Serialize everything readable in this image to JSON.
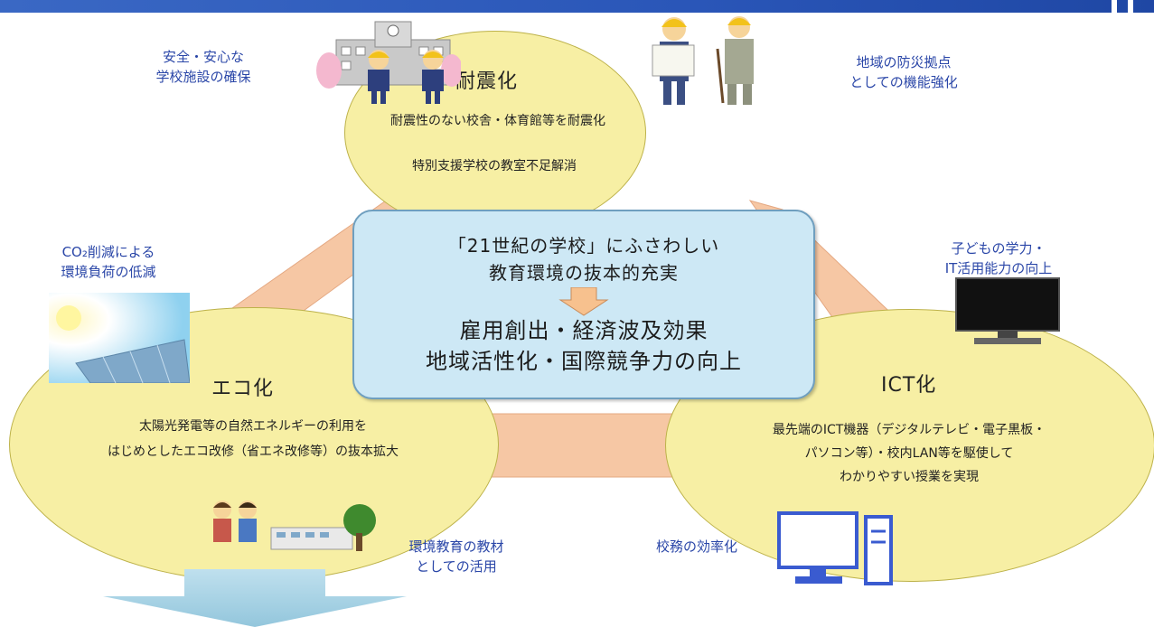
{
  "header": {
    "bar_color": "#2a56b8"
  },
  "center": {
    "line1": "「21世紀の学校」にふさわしい",
    "line2": "教育環境の抜本的充実",
    "line3": "雇用創出・経済波及効果",
    "line4": "地域活性化・国際競争力の向上"
  },
  "top": {
    "title": "耐震化",
    "text1": "耐震性のない校舎・体育館等を耐震化",
    "text2": "特別支援学校の教室不足解消",
    "note_left": [
      "安全・安心な",
      "学校施設の確保"
    ],
    "note_right": [
      "地域の防災拠点",
      "としての機能強化"
    ]
  },
  "left": {
    "title": "エコ化",
    "text1": "太陽光発電等の自然エネルギーの利用を",
    "text2": "はじめとしたエコ改修（省エネ改修等）の抜本拡大",
    "note_top": [
      "CO₂削減による",
      "環境負荷の低減"
    ],
    "note_bottom": [
      "環境教育の教材",
      "としての活用"
    ]
  },
  "right": {
    "title": "ICT化",
    "text1": "最先端のICT機器（デジタルテレビ・電子黒板・",
    "text2": "パソコン等）・校内LAN等を駆使して",
    "text3": "わかりやすい授業を実現",
    "note_top": [
      "子どもの学力・",
      "IT活用能力の向上"
    ],
    "note_bottom": "校務の効率化"
  },
  "icons": [
    "school-building-icon",
    "schoolchildren-icon",
    "construction-workers-icon",
    "solar-panel-icon",
    "tv-monitor-icon",
    "children-school-tree-icon",
    "desktop-pc-icon",
    "down-arrow-icon"
  ],
  "colors": {
    "ellipse_fill": "#f7efa4",
    "center_fill": "#cde8f5",
    "connector_fill": "#f6c7a4",
    "note_text": "#2b47a8",
    "bottom_arrow": "#a9d4e4"
  }
}
